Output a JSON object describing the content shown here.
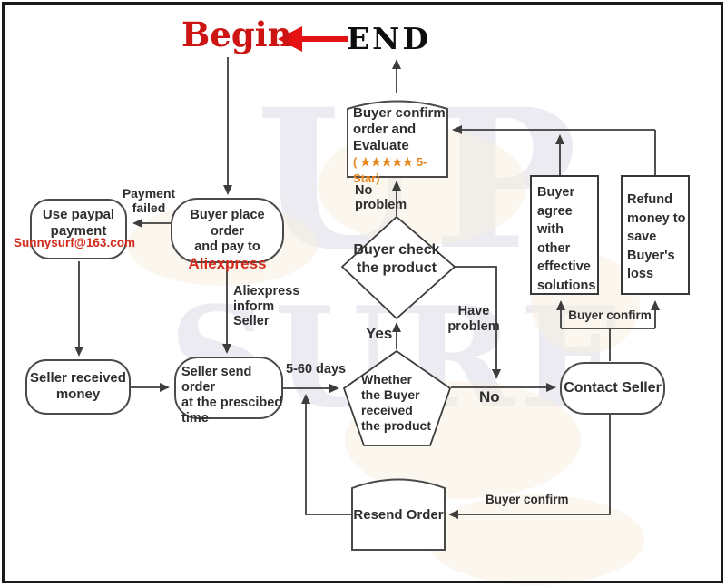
{
  "title": {
    "begin": "Begin",
    "end": "END"
  },
  "watermark": {
    "line1": "UP",
    "line2": "SURF"
  },
  "colors": {
    "red": "#cc1512",
    "accent_red": "#d42a1e",
    "orange": "#e8871e",
    "line": "#3d3d3d",
    "border": "#4a4a4a"
  },
  "nodes": {
    "use_paypal": {
      "lines": [
        "Use paypal",
        "payment"
      ]
    },
    "paypal_email": "Sunnysurf@163.com",
    "buyer_place": {
      "lines": [
        "Buyer place order",
        "and pay to"
      ],
      "highlight": "Aliexpress"
    },
    "evaluate": {
      "lines": [
        "Buyer confirm",
        "order and",
        "Evaluate"
      ],
      "rating": "( ★★★★★ 5-Star)"
    },
    "buyer_check": {
      "lines": [
        "Buyer check",
        "the product"
      ]
    },
    "buyer_agree": {
      "lines": [
        "Buyer",
        "agree",
        "with",
        "other",
        "effective",
        "solutions"
      ]
    },
    "refund": {
      "lines": [
        "Refund",
        "money to",
        "save",
        "Buyer's",
        "loss"
      ]
    },
    "seller_received": {
      "lines": [
        "Seller received",
        "money"
      ]
    },
    "seller_send": {
      "lines": [
        "Seller send order",
        "at the prescibed",
        "time"
      ]
    },
    "whether_received": {
      "lines": [
        "Whether",
        "the Buyer",
        "received",
        "the product"
      ]
    },
    "contact_seller": "Contact Seller",
    "resend_order": "Resend Order"
  },
  "edge_labels": {
    "payment_failed": [
      "Payment",
      "failed"
    ],
    "aliexpress_inform": [
      "Aliexpress",
      "inform",
      "Seller"
    ],
    "days": "5-60 days",
    "yes": "Yes",
    "no_problem": [
      "No",
      "problem"
    ],
    "have_problem": [
      "Have",
      "problem"
    ],
    "no": "No",
    "buyer_confirm_top": "Buyer confirm",
    "buyer_confirm_bottom": "Buyer confirm"
  }
}
